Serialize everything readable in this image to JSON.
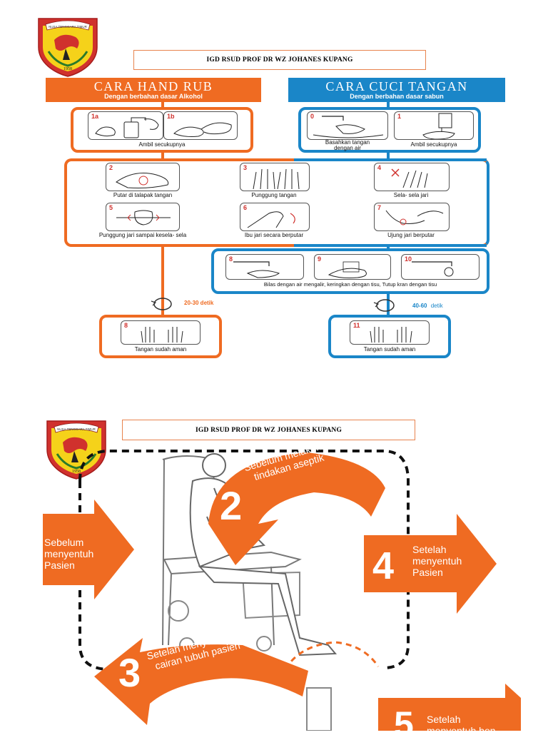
{
  "page1": {
    "header": "IGD RSUD PROF DR WZ JOHANES KUPANG",
    "handrub": {
      "title": "CARA HAND RUB",
      "subtitle": "Dengan berbahan dasar Alkohol",
      "step1a": "1a",
      "step1b": "1b",
      "step1_caption": "Ambil secukupnya",
      "timer": "20-30 detik",
      "final_number": "8",
      "final_caption": "Tangan sudah aman"
    },
    "handwash": {
      "title": "CARA CUCI TANGAN",
      "subtitle": "Dengan berbahan dasar sabun",
      "step0": "0",
      "step0_caption_line1": "Basahkan tangan",
      "step0_caption_line2": "dengan air",
      "step1": "1",
      "step1_caption": "Ambil secukupnya",
      "rinse_steps": [
        "8",
        "9",
        "10"
      ],
      "rinse_caption": "Bilas dengan air mengalir, keringkan dengan tisu, Tutup kran dengan tisu",
      "timer_value": "40-60",
      "timer_unit": "detik",
      "final_number": "11",
      "final_caption": "Tangan sudah aman"
    },
    "shared_steps": [
      {
        "number": "2",
        "caption": "Putar di talapak tangan"
      },
      {
        "number": "3",
        "caption": "Punggung tangan"
      },
      {
        "number": "4",
        "caption": "Sela- sela jari"
      },
      {
        "number": "5",
        "caption": "Punggung jari sampai kesela- sela"
      },
      {
        "number": "6",
        "caption": "Ibu jari secara berputar"
      },
      {
        "number": "7",
        "caption": "Ujung jari berputar"
      }
    ]
  },
  "emblem": {
    "banner_text": "NUSA TENGGARA TIMUR",
    "year": "1958"
  },
  "page2": {
    "header": "IGD RSUD PROF DR WZ JOHANES KUPANG",
    "moment1": {
      "line1": "Sebelum",
      "line2": "menyentuh",
      "line3": "Pasien"
    },
    "moment2": {
      "number": "2",
      "line1": "Sebelum melakukan",
      "line2": "tindakan aseptik"
    },
    "moment3": {
      "number": "3",
      "line1": "Setelah menyentuh",
      "line2": "cairan tubuh pasien"
    },
    "moment4": {
      "number": "4",
      "line1": "Setelah",
      "line2": "menyentuh",
      "line3": "Pasien"
    },
    "moment5": {
      "number": "5",
      "line1": "Setelah",
      "line2": "menyentuh ben"
    }
  },
  "colors": {
    "orange": "#ef6b22",
    "blue": "#1a86c8",
    "emblem_red": "#d0312d",
    "emblem_yellow": "#f5d21a"
  }
}
